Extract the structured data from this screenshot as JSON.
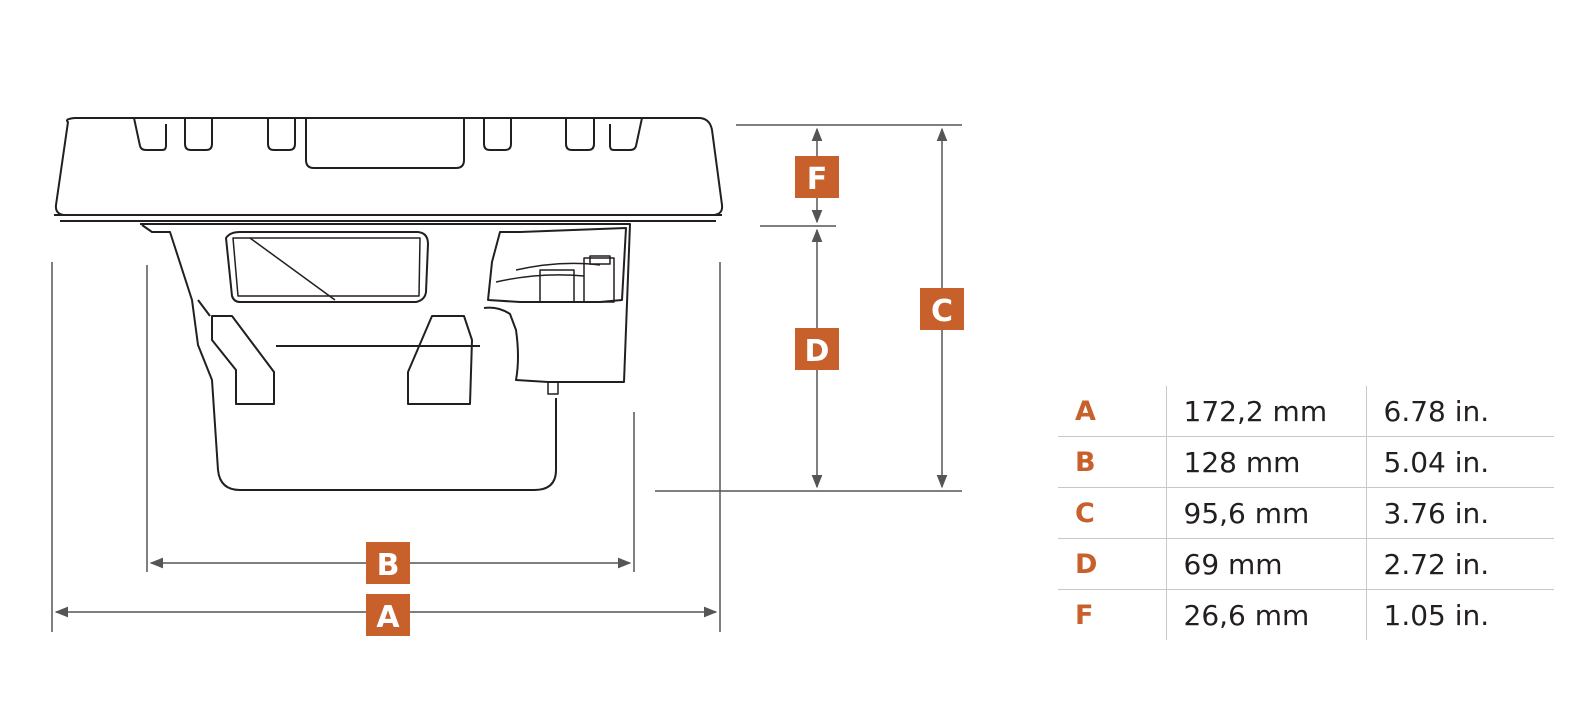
{
  "theme": {
    "accent": "#c8602c",
    "line": "#231f20",
    "dim_line": "#555555",
    "table_grid": "#c8c8c8"
  },
  "dimension_labels": {
    "a": "A",
    "b": "B",
    "c": "C",
    "d": "D",
    "f": "F"
  },
  "table": {
    "rows": [
      {
        "key": "A",
        "mm": "172,2 mm",
        "inch": "6.78 in."
      },
      {
        "key": "B",
        "mm": "128 mm",
        "inch": "5.04 in."
      },
      {
        "key": "C",
        "mm": "95,6 mm",
        "inch": "3.76 in."
      },
      {
        "key": "D",
        "mm": "69 mm",
        "inch": "2.72 in."
      },
      {
        "key": "F",
        "mm": "26,6 mm",
        "inch": "1.05 in."
      }
    ]
  }
}
